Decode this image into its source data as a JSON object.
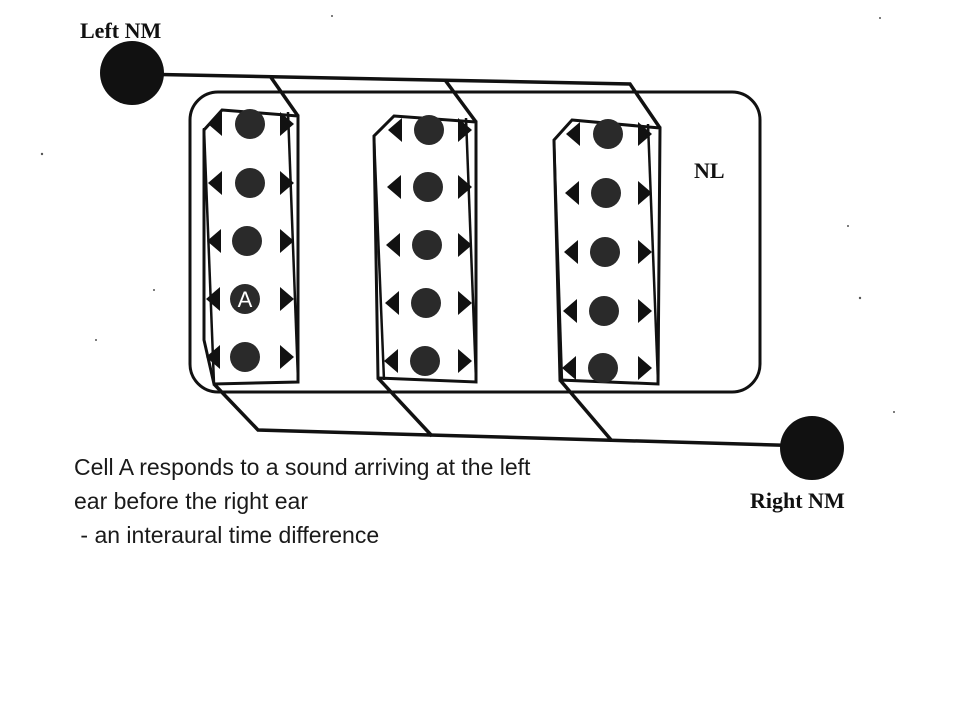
{
  "labels": {
    "left_nm": "Left NM",
    "right_nm": "Right NM",
    "nl": "NL",
    "cell_a": "A"
  },
  "caption": {
    "line1": "Cell A responds to a sound arriving at the left",
    "line2": "ear before the right ear",
    "line3": " - an interaural time difference"
  },
  "colors": {
    "ink": "#111111",
    "cell_fill": "#2a2a2a",
    "background": "#ffffff"
  }
}
